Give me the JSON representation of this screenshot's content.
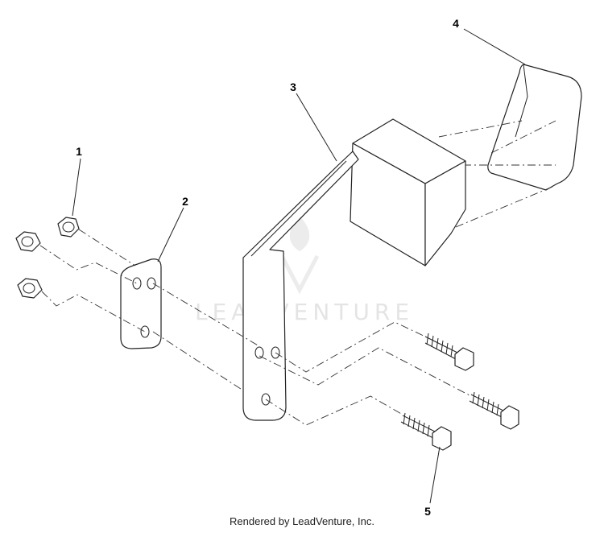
{
  "callouts": {
    "c1": "1",
    "c2": "2",
    "c3": "3",
    "c4": "4",
    "c5": "5"
  },
  "watermark": "LEADVENTURE",
  "credit": "Rendered by LeadVenture, Inc."
}
